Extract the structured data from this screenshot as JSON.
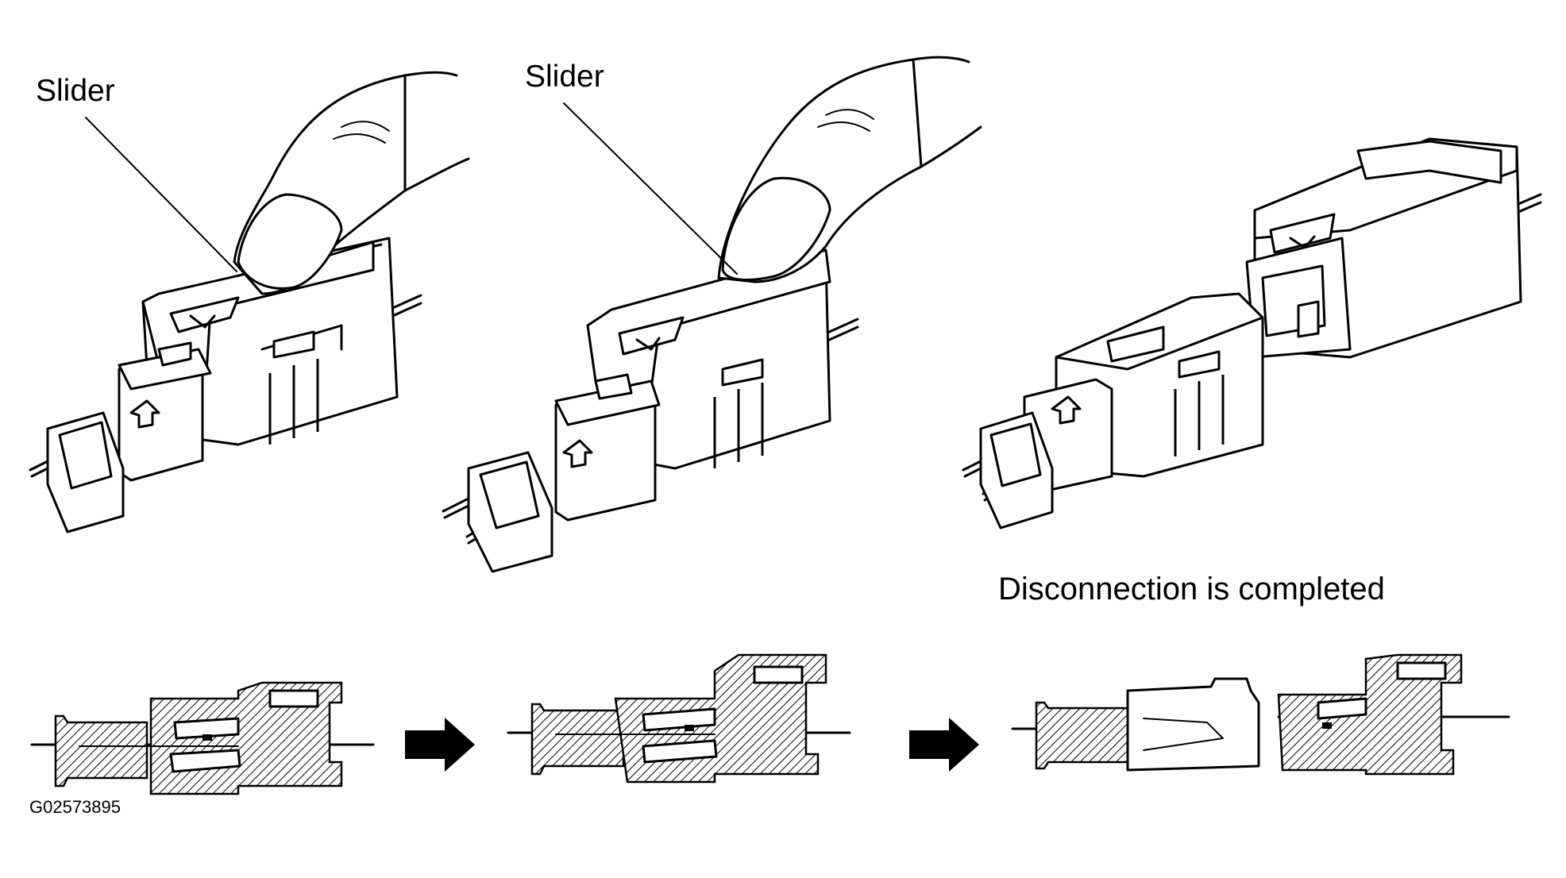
{
  "labels": {
    "slider_1": "Slider",
    "slider_2": "Slider",
    "disconnection": "Disconnection is completed",
    "figure_code": "G02573895"
  },
  "steps": [
    {
      "view": "finger pressing slider on mated connector"
    },
    {
      "view": "finger pushing slider back while separating"
    },
    {
      "view": "connector halves fully separated"
    }
  ],
  "icons": [
    "finger-icon",
    "connector-icon",
    "arrow-right-icon"
  ]
}
